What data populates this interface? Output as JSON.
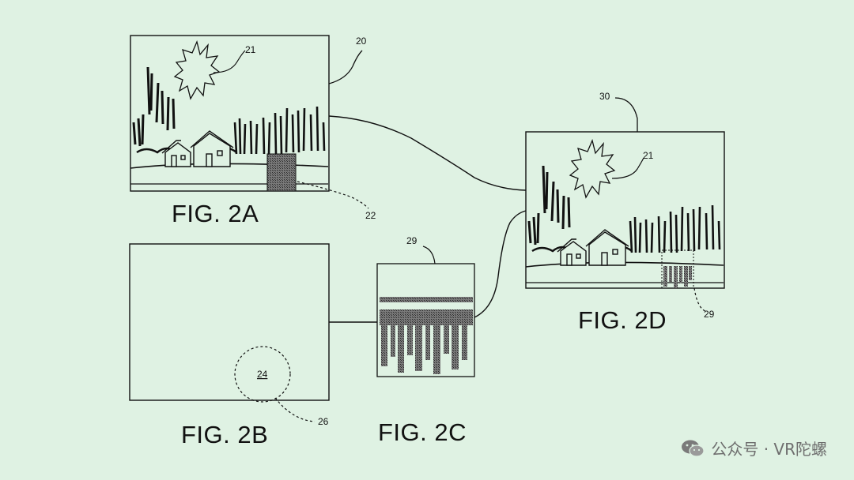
{
  "figures": {
    "fig2a": {
      "label": "FIG. 2A",
      "ref": "20",
      "sun_ref": "21",
      "patch_ref": "22"
    },
    "fig2b": {
      "label": "FIG. 2B",
      "ref_inner": "24",
      "ref_outer": "26"
    },
    "fig2c": {
      "label": "FIG. 2C",
      "ref": "29"
    },
    "fig2d": {
      "label": "FIG. 2D",
      "ref": "30",
      "sun_ref": "21",
      "patch_ref": "29"
    }
  },
  "watermark": {
    "text": "公众号 · VR陀螺",
    "icon": "wechat-icon"
  },
  "colors": {
    "background": "#dff2e3",
    "line": "#111111"
  }
}
